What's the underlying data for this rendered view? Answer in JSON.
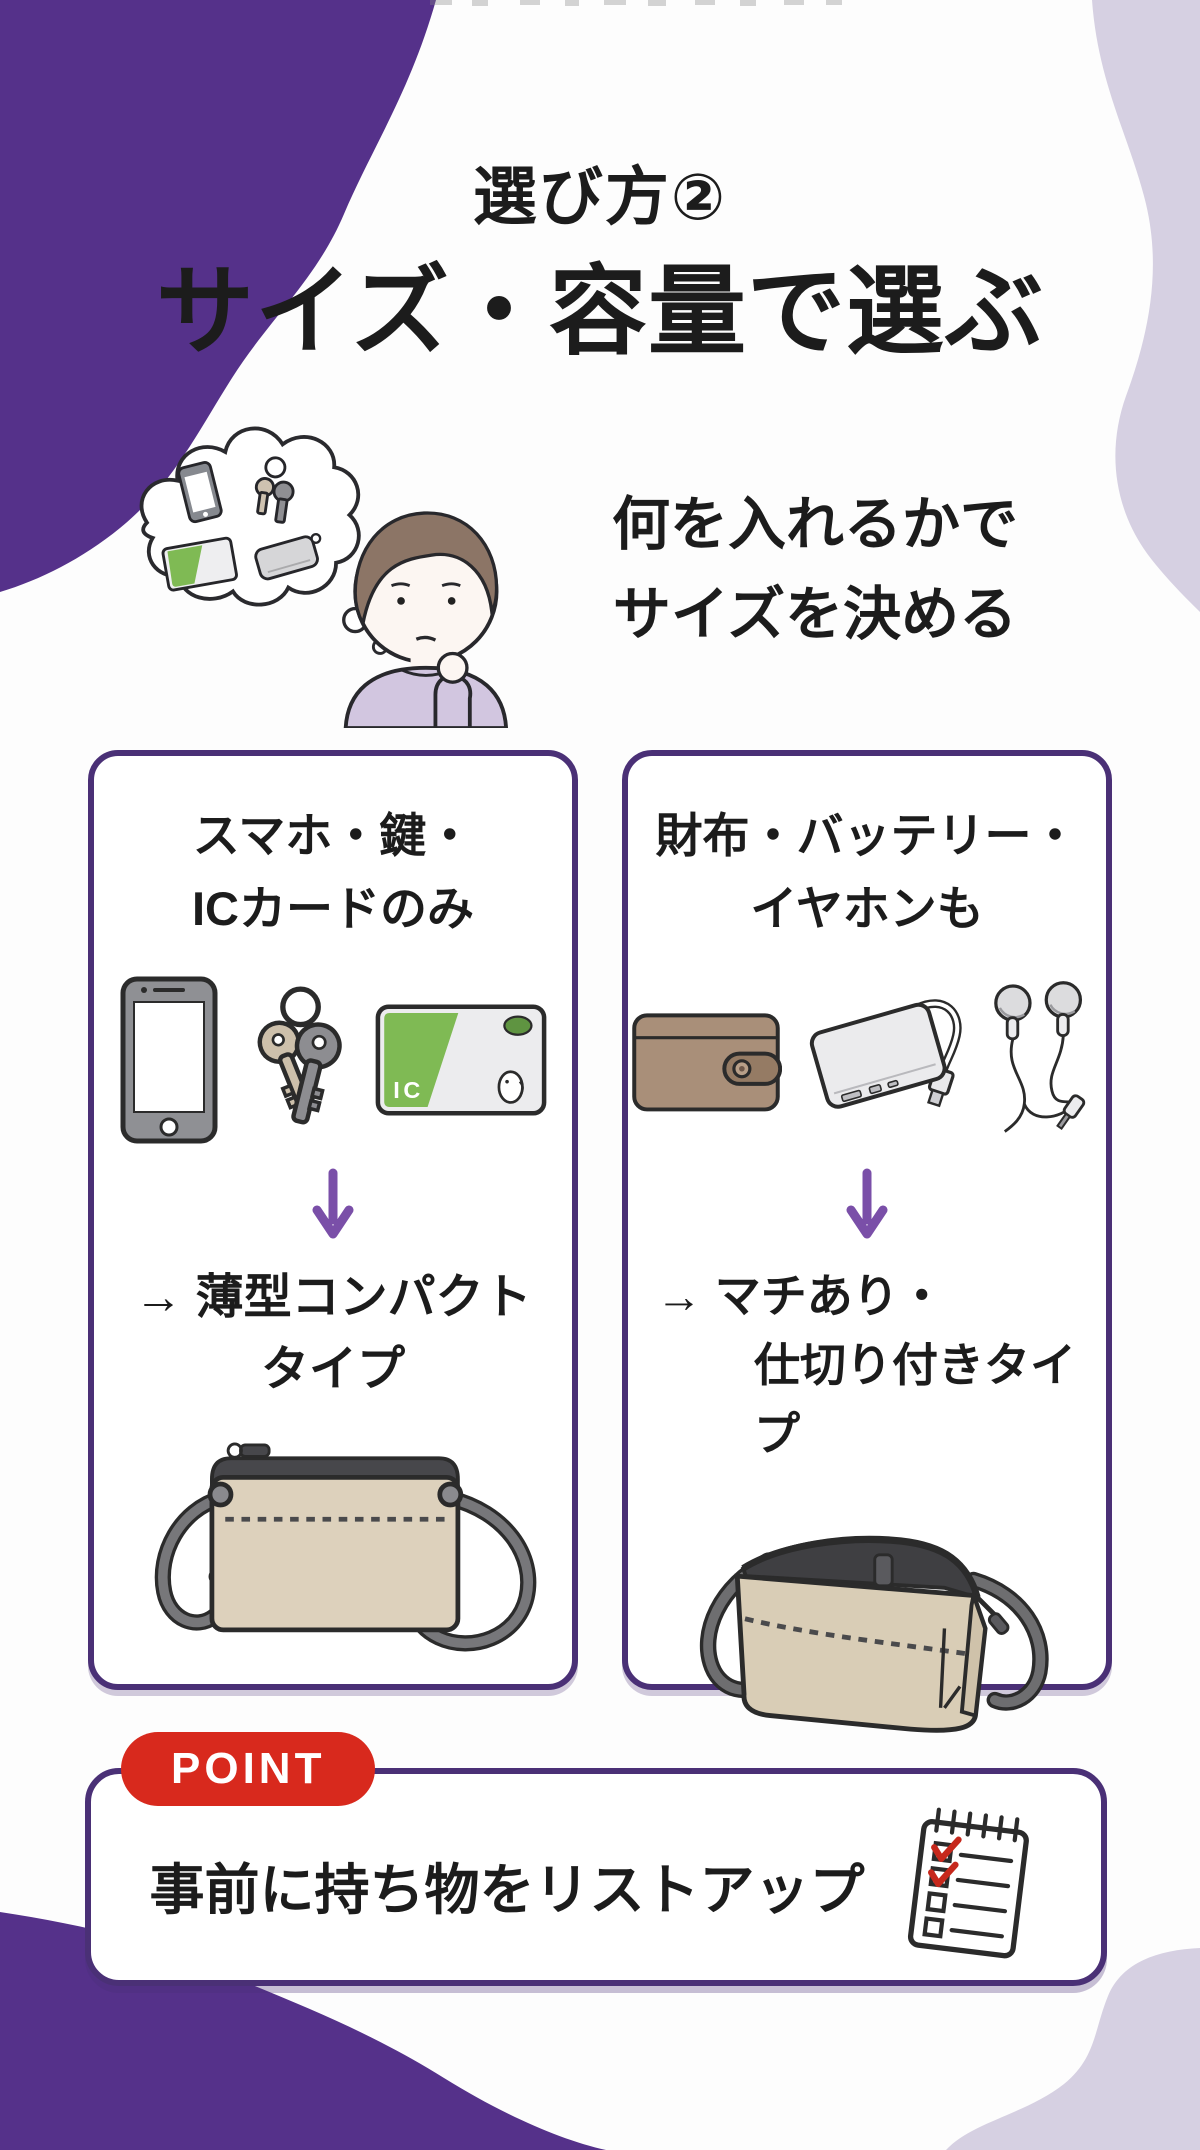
{
  "header": {
    "subtitle": "選び方②",
    "title": "サイズ・容量で選ぶ"
  },
  "intro": {
    "line1": "何を入れるかで",
    "line2": "サイズを決める",
    "illustration": "thinking-person-with-thought-bubble"
  },
  "cards": {
    "left": {
      "heading_line1": "スマホ・鍵・",
      "heading_line2": "ICカードのみ",
      "icons": [
        "smartphone-icon",
        "keys-icon",
        "ic-card-icon"
      ],
      "ic_card_label": "IC",
      "result_line1": "→ 薄型コンパクト",
      "result_line2": "タイプ",
      "illustration": "flat-compact-shoulder-bag"
    },
    "right": {
      "heading_line1": "財布・バッテリー・",
      "heading_line2": "イヤホンも",
      "icons": [
        "wallet-icon",
        "power-bank-icon",
        "earphones-icon"
      ],
      "result_line1": "→ マチあり・",
      "result_line2": "仕切り付きタイプ",
      "illustration": "gusseted-bag-with-dividers"
    }
  },
  "point": {
    "badge_label": "POINT",
    "text": "事前に持ち物をリストアップ",
    "icon": "checklist-icon"
  },
  "colors": {
    "deep_purple_blob": "#55318a",
    "lavender_blob": "#d6d0e2",
    "card_border": "#4a3076",
    "arrow_purple": "#7a4fa8",
    "badge_red": "#d8291d",
    "text_black": "#1c1c1c",
    "ic_card_green": "#7fba54",
    "bag_beige": "#ddd1bc"
  }
}
